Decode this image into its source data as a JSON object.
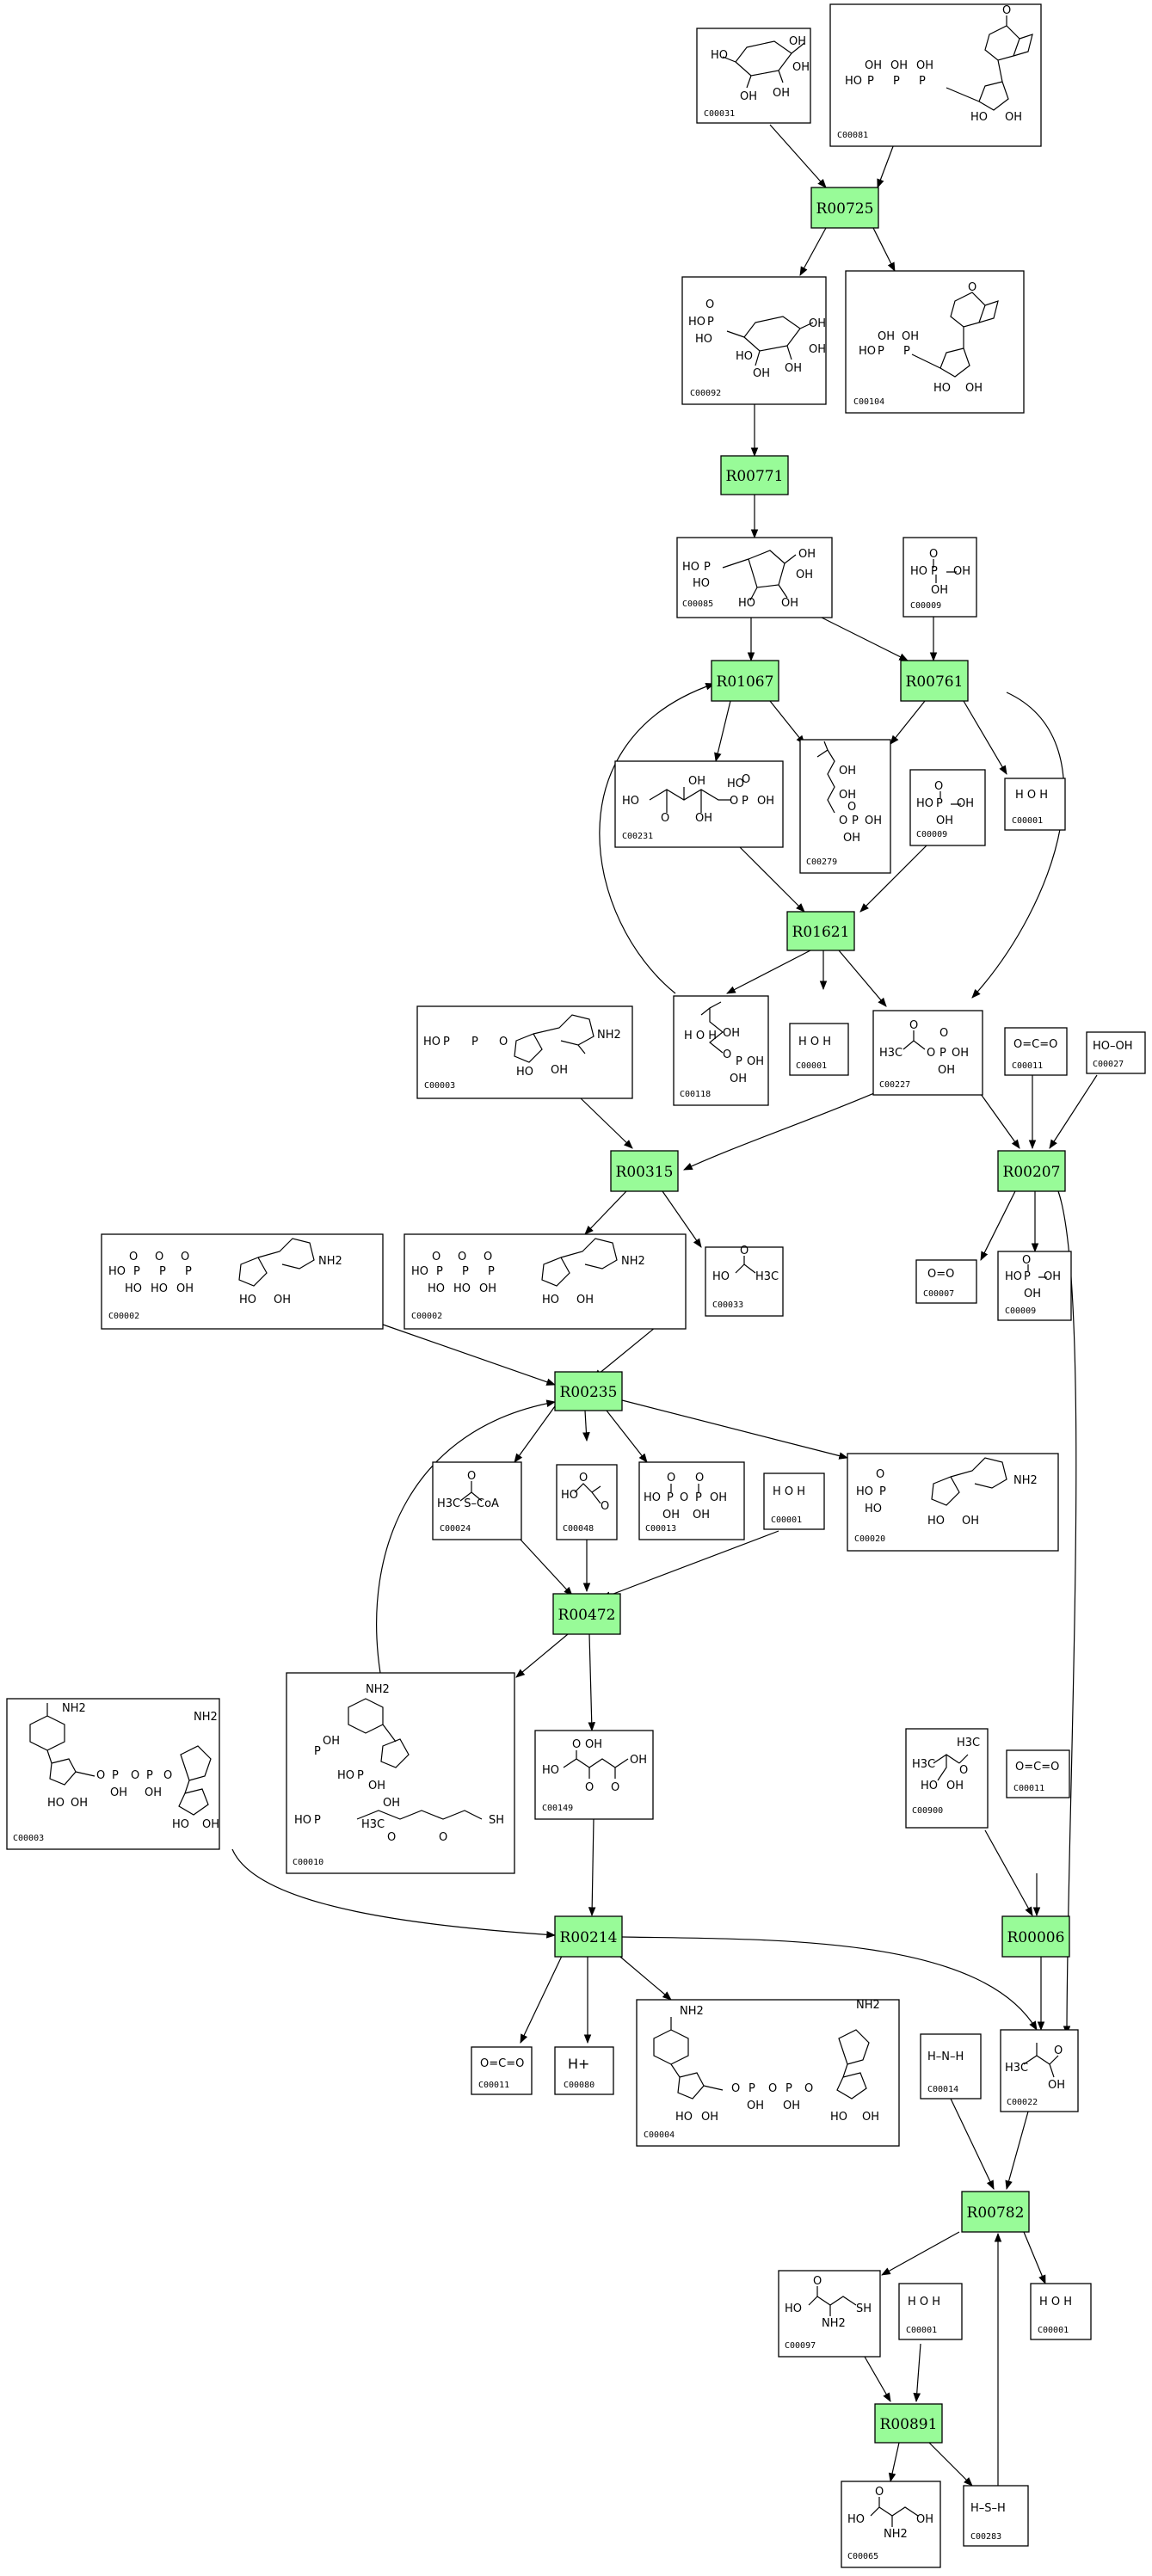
{
  "reaction_fill": "#98fb98",
  "reactions": {
    "R00725": "R00725",
    "R00771": "R00771",
    "R01067": "R01067",
    "R00761": "R00761",
    "R01621": "R01621",
    "R00315": "R00315",
    "R00207": "R00207",
    "R00235": "R00235",
    "R00472": "R00472",
    "R00214": "R00214",
    "R00006": "R00006",
    "R00782": "R00782",
    "R00891": "R00891"
  },
  "compounds": {
    "c1": "C00031",
    "c2": "C00081",
    "c3": "C00092",
    "c4": "C00104",
    "c5": "C00085",
    "c6": "C00009",
    "c7": "C00231",
    "c8": "C00279",
    "c9": "C00009",
    "c10": "C00001",
    "c11": "C00003",
    "c12": "C00118",
    "c13": "C00001",
    "c14": "C00227",
    "c15": "C00011",
    "c16": "C00027",
    "c17": "C00002",
    "c18": "C00002",
    "c19": "C00033",
    "c20": "C00007",
    "c21": "C00009",
    "c22": "C00024",
    "c23": "C00048",
    "c24": "C00013",
    "c25": "C00001",
    "c26": "C00020",
    "c27": "C00003",
    "c28": "C00010",
    "c29": "C00149",
    "c30": "C00900",
    "c31": "C00011",
    "c32": "C00011",
    "c33": "C00080",
    "c34": "C00004",
    "c35": "C00014",
    "c36": "C00022",
    "c37": "C00097",
    "c38": "C00001",
    "c39": "C00001",
    "c40": "C00065",
    "c41": "C00283"
  },
  "fragments": {
    "acetyl_coa": "H3C    S–CoA",
    "h_plus": "H+",
    "h2o2": "HO–OH",
    "o2": "O=O",
    "co2": "O=C=O",
    "h2o": "H O H",
    "nh3": "H–N–H",
    "h2s": "H–S–H",
    "h3c": "H3C",
    "nh2": "NH2",
    "oh": "OH",
    "ho": "HO",
    "sh": "SH",
    "o": "O",
    "p": "P"
  }
}
